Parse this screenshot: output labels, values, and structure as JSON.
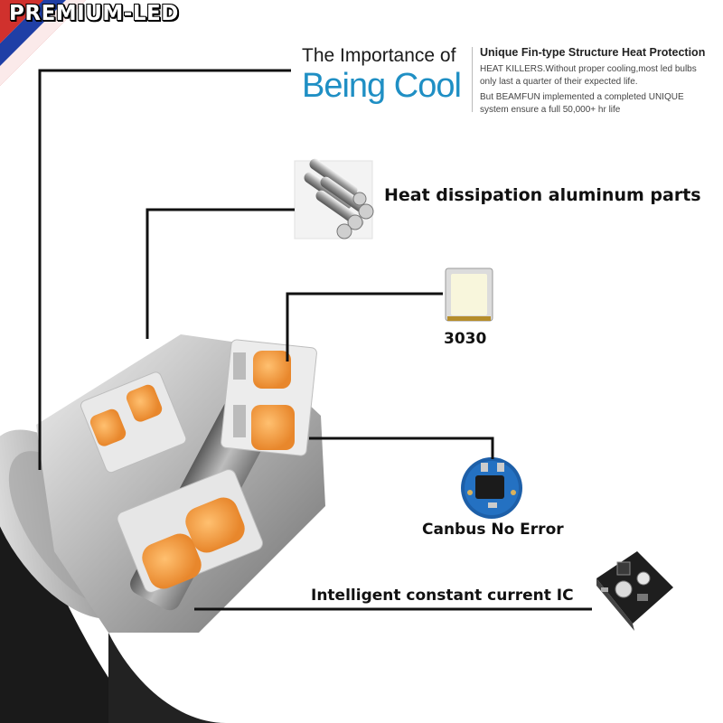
{
  "brand": {
    "label": "PREMIUM-LED",
    "flag_colors": [
      "#d0312d",
      "#1f3fa6",
      "#ffffff"
    ]
  },
  "header": {
    "title_line1": "The Importance of",
    "title_line2": "Being Cool",
    "subtitle": "Unique Fin-type Structure Heat Protection",
    "body_lines": [
      "HEAT KILLERS.Without proper cooling,most led bulbs",
      "only last a quarter of their expected life.",
      "But BEAMFUN implemented a completed UNIQUE",
      "system ensure a full 50,000+ hr life"
    ],
    "accent_color": "#1f8fc4"
  },
  "features": [
    {
      "label": "Heat dissipation aluminum parts",
      "icon": "aluminum-rods-icon"
    },
    {
      "label": "3030",
      "icon": "smd-chip-icon"
    },
    {
      "label": "Canbus No Error",
      "icon": "canbus-board-icon"
    },
    {
      "label": "Intelligent constant current IC",
      "icon": "driver-ic-board-icon"
    }
  ],
  "led_color": "#f4a040"
}
